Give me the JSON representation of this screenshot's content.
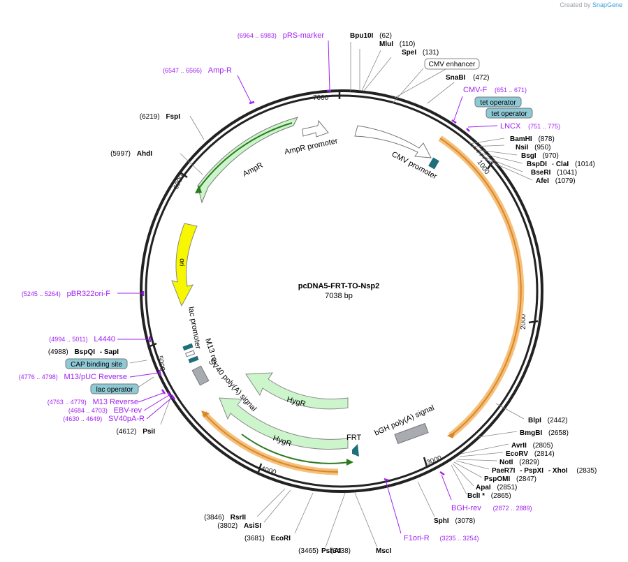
{
  "header": {
    "created_by": "Created by",
    "brand": "SnapGene"
  },
  "plasmid": {
    "name": "pcDNA5-FRT-TO-Nsp2",
    "length": "7038 bp"
  },
  "colors": {
    "backbone": "#222222",
    "primer": "#a020f0",
    "enzyme": "#000000",
    "feature_gray": "#a8acb0",
    "feature_teal": "#1f6f7a",
    "feature_blue_box": "#8ec9d6",
    "orange_arc": "#f39c26",
    "green_arrow_fill": "#ccf5cc",
    "green_line": "#2c7a1e",
    "yellow": "#f7f700"
  },
  "scale_ticks": [
    "7000",
    "1000",
    "2000",
    "3000",
    "4000",
    "5000",
    "6000"
  ],
  "enzymes_right": [
    {
      "name": "Bpu10I",
      "pos": "(62)"
    },
    {
      "name": "MluI",
      "pos": "(110)"
    },
    {
      "name": "SpeI",
      "pos": "(131)"
    },
    {
      "name": "SnaBI",
      "pos": "(472)"
    },
    {
      "name": "BamHI",
      "pos": "(878)"
    },
    {
      "name": "NsiI",
      "pos": "(950)"
    },
    {
      "name": "BsgI",
      "pos": "(970)"
    },
    {
      "name": "BspDI",
      "sep": "-",
      "name2": "ClaI",
      "pos": "(1014)"
    },
    {
      "name": "BseRI",
      "pos": "(1041)"
    },
    {
      "name": "AfeI",
      "pos": "(1079)"
    },
    {
      "name": "BlpI",
      "pos": "(2442)"
    },
    {
      "name": "BmgBI",
      "pos": "(2658)"
    },
    {
      "name": "AvrII",
      "pos": "(2805)"
    },
    {
      "name": "EcoRV",
      "pos": "(2814)"
    },
    {
      "name": "NotI",
      "pos": "(2829)"
    },
    {
      "name": "PaeR7I",
      "sep": "- PspXI",
      "name2": "- XhoI",
      "pos": "(2835)"
    },
    {
      "name": "PspOMI",
      "pos": "(2847)"
    },
    {
      "name": "ApaI",
      "pos": "(2851)"
    },
    {
      "name": "BclI *",
      "pos": "(2865)"
    },
    {
      "name": "SphI",
      "pos": "(3078)"
    },
    {
      "name": "MscI",
      "pos": "(3438)"
    },
    {
      "name": "PshAI",
      "pos": "(3465)"
    }
  ],
  "enzymes_left": [
    {
      "name": "FspI",
      "pos": "(6219)"
    },
    {
      "name": "AhdI",
      "pos": "(5997)"
    },
    {
      "name": "BspQI",
      "sep": "- SapI",
      "pos": "(4988)"
    },
    {
      "name": "PsiI",
      "pos": "(4612)"
    },
    {
      "name": "RsrII",
      "pos": "(3846)"
    },
    {
      "name": "AsiSI",
      "pos": "(3802)"
    },
    {
      "name": "EcoRI",
      "pos": "(3681)"
    }
  ],
  "primers": [
    {
      "name": "pRS-marker",
      "range": "(6964 .. 6983)"
    },
    {
      "name": "Amp-R",
      "range": "(6547 .. 6566)"
    },
    {
      "name": "CMV-F",
      "range": "(651 .. 671)"
    },
    {
      "name": "LNCX",
      "range": "(751 .. 775)"
    },
    {
      "name": "pBR322ori-F",
      "range": "(5245 .. 5264)"
    },
    {
      "name": "L4440",
      "range": "(4994 .. 5011)"
    },
    {
      "name": "M13/pUC Reverse",
      "range": "(4776 .. 4798)"
    },
    {
      "name": "M13 Reverse",
      "range": "(4763 .. 4779)"
    },
    {
      "name": "EBV-rev",
      "range": "(4684 .. 4703)"
    },
    {
      "name": "SV40pA-R",
      "range": "(4630 .. 4649)"
    },
    {
      "name": "BGH-rev",
      "range": "(2872 .. 2889)"
    },
    {
      "name": "F1ori-R",
      "range": "(3235 .. 3254)"
    }
  ],
  "boxed_labels": {
    "cmv_enhancer": "CMV enhancer",
    "tet_operator_1": "tet operator",
    "tet_operator_2": "tet operator",
    "cap_binding_site": "CAP binding site",
    "lac_operator": "lac operator"
  },
  "features": {
    "amp_promoter": "AmpR promoter",
    "ampr": "AmpR",
    "cmv_promoter": "CMV promoter",
    "ori": "ori",
    "lac_promoter": "lac promoter",
    "m13_rev": "M13 rev",
    "sv40_polya": "SV40 poly(A) signal",
    "hygr_inner": "HygR",
    "hygr_outer": "HygR",
    "frt": "FRT",
    "bgh_polya": "bGH poly(A) signal"
  }
}
